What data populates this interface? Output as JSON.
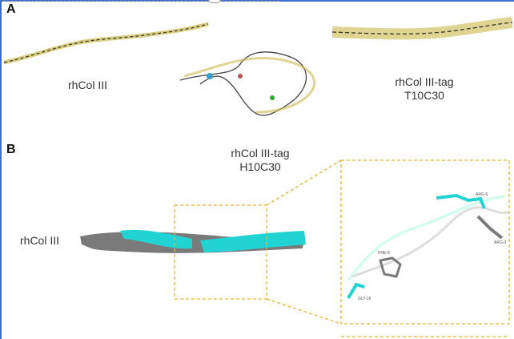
{
  "panels": {
    "a": "A",
    "b": "B"
  },
  "panel_a": {
    "label_left": "rhCol III",
    "label_right_line1": "rhCol III-tag",
    "label_right_line2": "T10C30"
  },
  "panel_b": {
    "title_line1": "rhCol III-tag",
    "title_line2": "H10C30",
    "label_left": "rhCol III",
    "residues": [
      "ARG-5",
      "ARG-3",
      "PHE-8",
      "GLY-16"
    ]
  },
  "colors": {
    "cyan": "#22d3d3",
    "gray": "#7a7a7a",
    "highlight": "#e8b52a",
    "selection": "#3a6fd0"
  }
}
